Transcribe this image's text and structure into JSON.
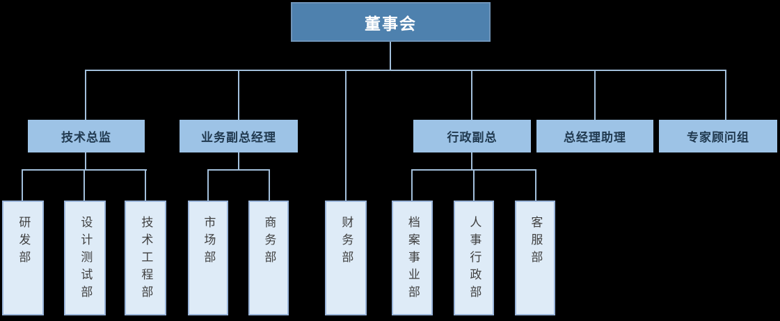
{
  "org_chart": {
    "root": {
      "label": "董事会",
      "children": [
        {
          "label": "技术总监",
          "children": [
            {
              "label": "研发部"
            },
            {
              "label": "设计测试部"
            },
            {
              "label": "技术工程部"
            }
          ]
        },
        {
          "label": "业务副总经理",
          "children": [
            {
              "label": "市场部"
            },
            {
              "label": "商务部"
            }
          ]
        },
        {
          "label": "财务部",
          "children": []
        },
        {
          "label": "行政副总",
          "children": [
            {
              "label": "档案事业部"
            },
            {
              "label": "人事行政部"
            },
            {
              "label": "客服部"
            }
          ]
        },
        {
          "label": "总经理助理",
          "children": []
        },
        {
          "label": "专家顾问组",
          "children": []
        }
      ]
    },
    "colors": {
      "background": "#000000",
      "root_fill": "#4E81AE",
      "root_border": "#6F94B8",
      "root_text": "#FFFFFF",
      "manager_fill": "#9DC3E6",
      "manager_text": "#20394F",
      "department_fill": "#DEEBF7",
      "department_border": "#9AB5DA",
      "department_text": "#3F3F3F",
      "connector": "#A3C0DC"
    }
  }
}
